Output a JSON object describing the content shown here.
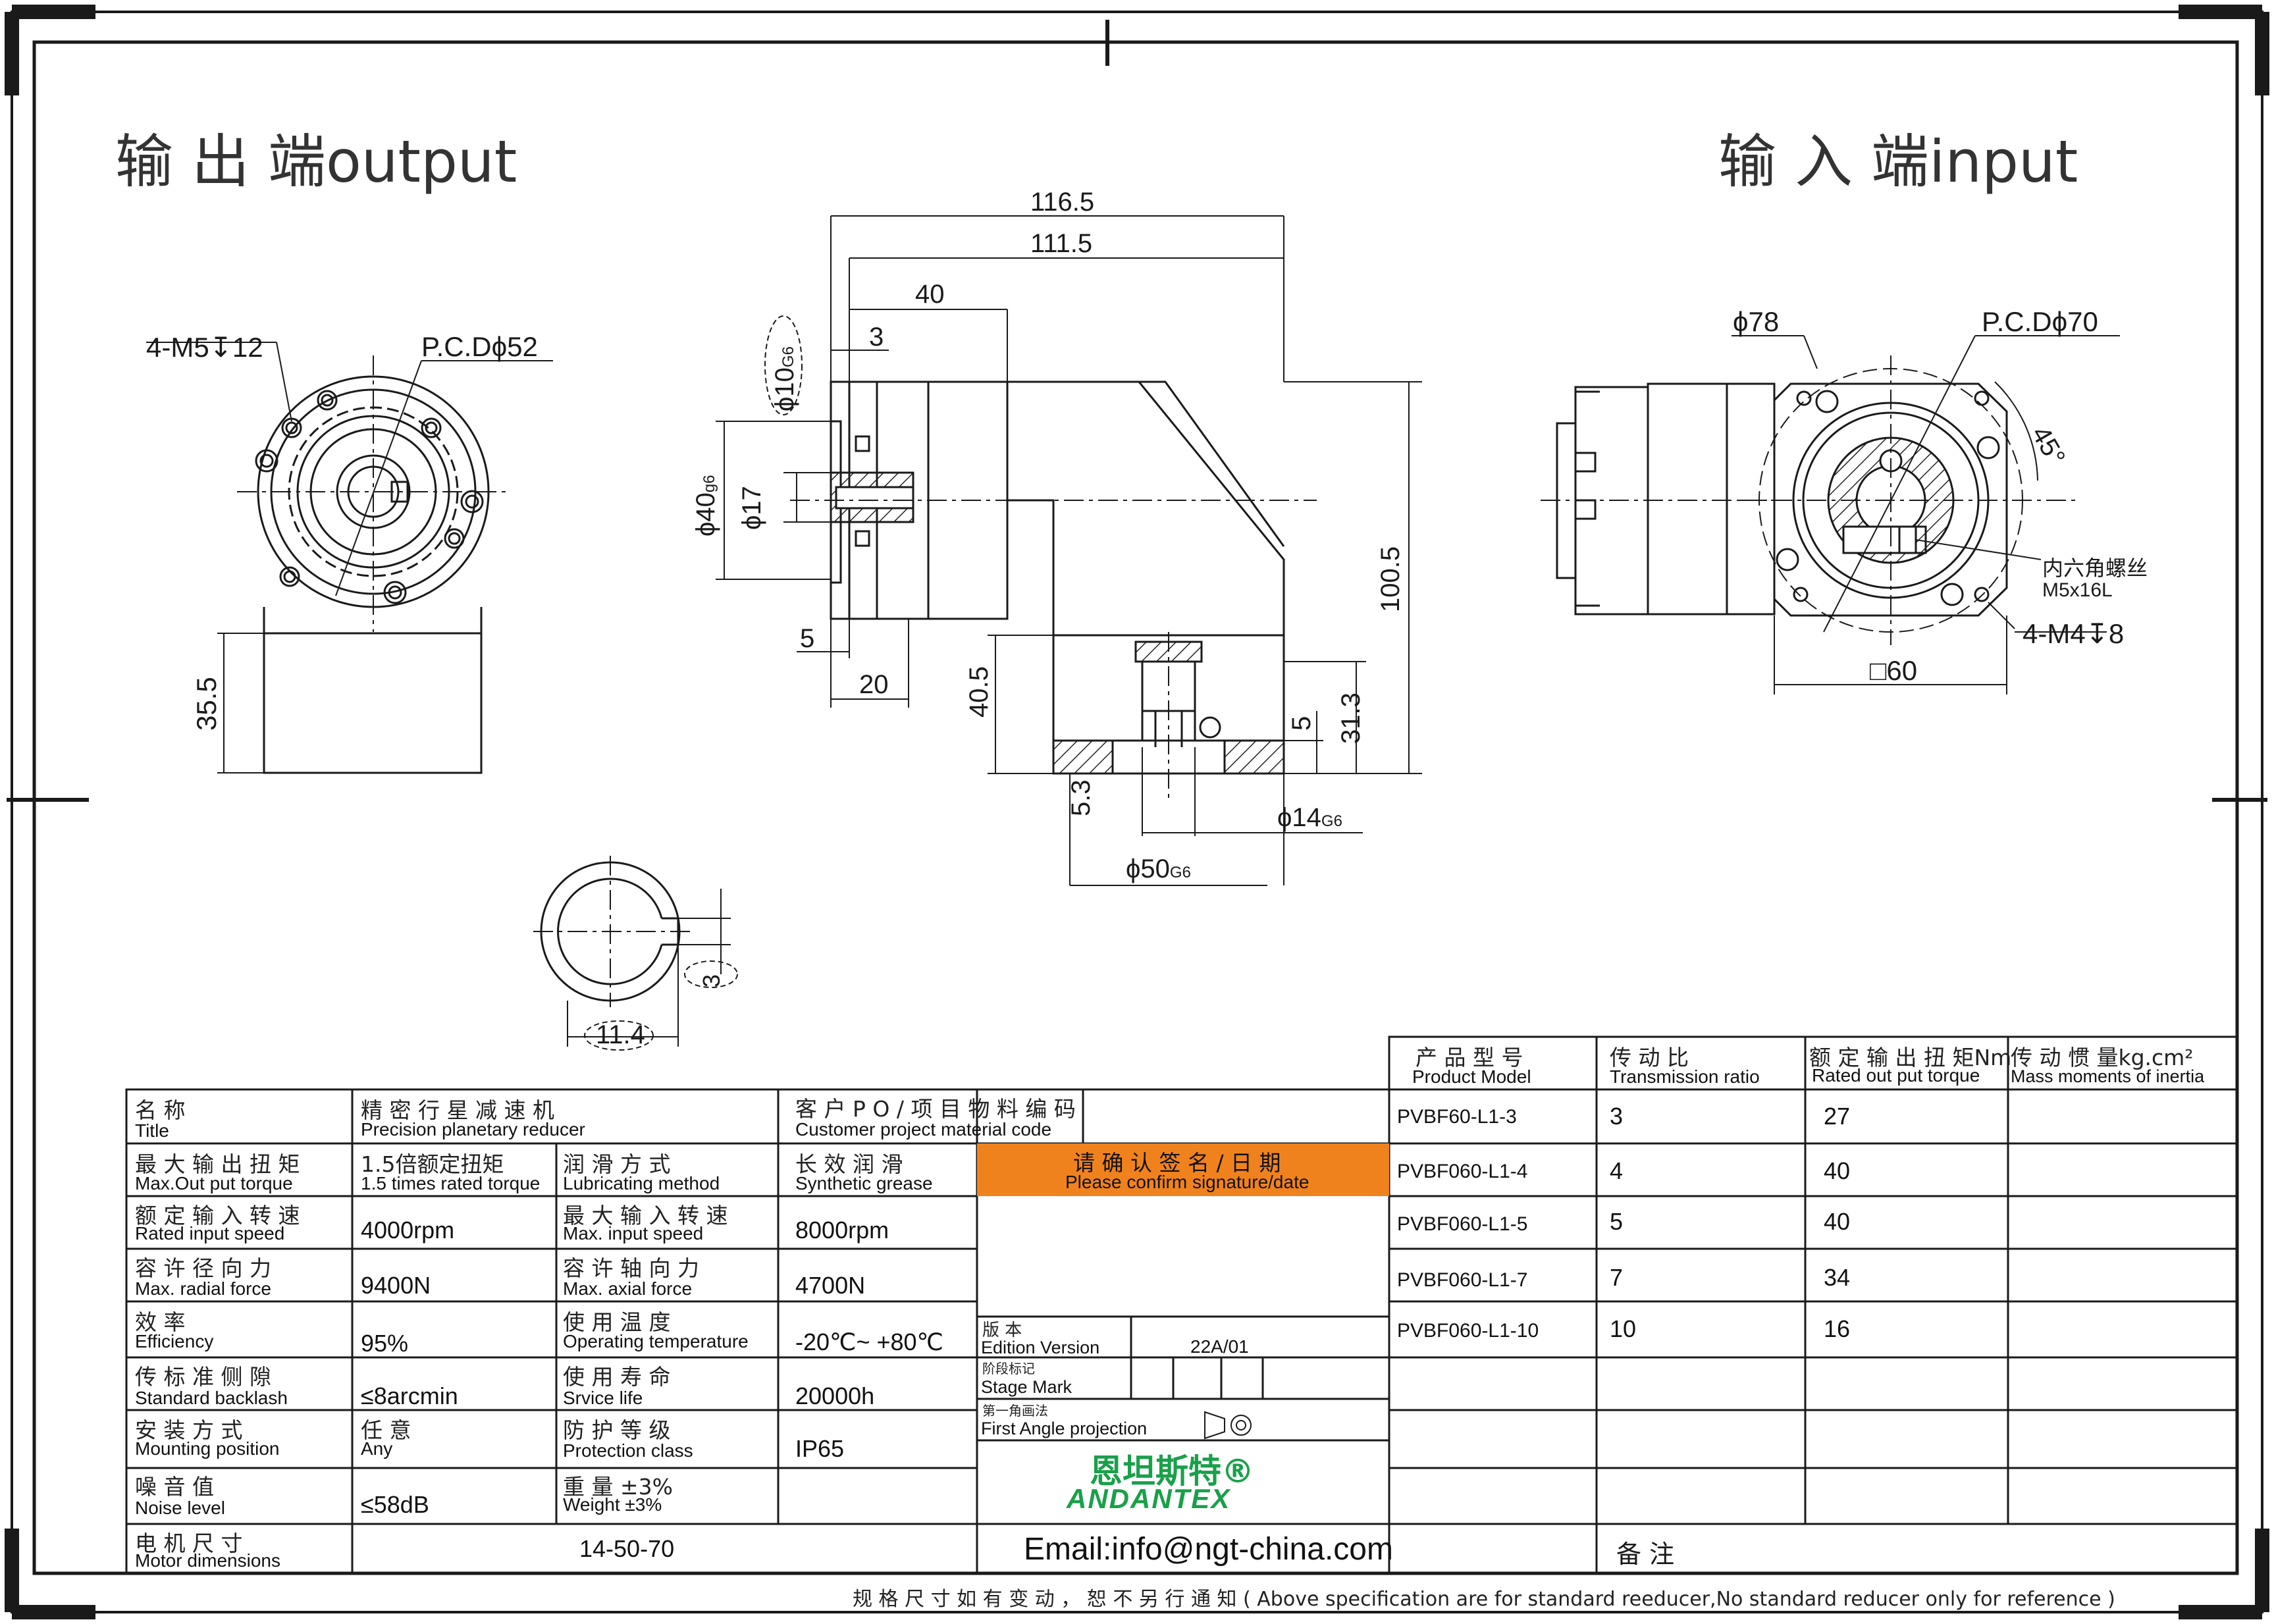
{
  "headers": {
    "output": "输 出 端output",
    "input": "输 入 端input"
  },
  "output_view": {
    "holes": "4-M5",
    "hole_depth": "12",
    "pcd": "P.C.D",
    "pcd_value": "52",
    "height": "35.5"
  },
  "side_view": {
    "len_total": "116.5",
    "len_body": "111.5",
    "len_40": "40",
    "len_3": "3",
    "dia_10": "10",
    "dia_10_tol": "G6",
    "dia_40": "40",
    "dia_40_tol": "g6",
    "dia_17": "17",
    "len_5": "5",
    "len_20": "20",
    "h_100_5": "100.5",
    "h_40_5": "40.5",
    "h_31_3": "31.3",
    "h_5": "5",
    "h_5_3": "5.3",
    "dia_14": "14",
    "dia_14_tol": "G6",
    "dia_50": "50",
    "dia_50_tol": "G6"
  },
  "shaft_view": {
    "key_width": "3",
    "key_depth": "11.4"
  },
  "input_view": {
    "dia_78": "78",
    "pcd": "P.C.D",
    "pcd_value": "70",
    "angle": "45°",
    "screw_cn": "内六角螺丝",
    "screw_spec": "M5x16L",
    "holes": "4-M4",
    "hole_depth": "8",
    "square": "□60"
  },
  "model_table": {
    "headers": [
      {
        "cn": "产 品 型 号",
        "en": "Product Model"
      },
      {
        "cn": "传 动 比",
        "en": "Transmission ratio"
      },
      {
        "cn": "额 定 输 出 扭 矩Nm",
        "en": "Rated out put torque"
      },
      {
        "cn": "传 动 惯 量kg.cm²",
        "en": "Mass moments of inertia"
      }
    ],
    "rows": [
      {
        "model": "PVBF60-L1-3",
        "ratio": "3",
        "torque": "27"
      },
      {
        "model": "PVBF060-L1-4",
        "ratio": "4",
        "torque": "40"
      },
      {
        "model": "PVBF060-L1-5",
        "ratio": "5",
        "torque": "40"
      },
      {
        "model": "PVBF060-L1-7",
        "ratio": "7",
        "torque": "34"
      },
      {
        "model": "PVBF060-L1-10",
        "ratio": "10",
        "torque": "16"
      }
    ]
  },
  "spec_table": {
    "title_cn": "名 称",
    "title_en": "Title",
    "title_val_cn": "精 密 行 星 减 速 机",
    "title_val_en": "Precision planetary reducer",
    "cust_cn": "客 户 P O / 项 目 物 料 编 码",
    "cust_en": "Customer project material code",
    "rows": [
      {
        "l_cn": "最 大 输 出 扭 矩",
        "l_en": "Max.Out put torque",
        "v1_cn": "1.5倍额定扭矩",
        "v1_en": "1.5 times rated torque",
        "r_cn": "润 滑 方 式",
        "r_en": "Lubricating method",
        "v2_cn": "长 效 润 滑",
        "v2_en": "Synthetic grease"
      },
      {
        "l_cn": "额 定 输 入 转 速",
        "l_en": "Rated input speed",
        "v1": "4000rpm",
        "r_cn": "最 大 输 入 转 速",
        "r_en": "Max. input speed",
        "v2": "8000rpm"
      },
      {
        "l_cn": "容 许 径 向 力",
        "l_en": "Max. radial force",
        "v1": "9400N",
        "r_cn": "容 许 轴 向 力",
        "r_en": "Max. axial force",
        "v2": "4700N"
      },
      {
        "l_cn": "效 率",
        "l_en": "Efficiency",
        "v1": "95%",
        "r_cn": "使 用 温 度",
        "r_en": "Operating temperature",
        "v2": "-20℃~ +80℃"
      },
      {
        "l_cn": "传 标 准 侧 隙",
        "l_en": "Standard backlash",
        "v1": "≤8arcmin",
        "r_cn": "使 用 寿 命",
        "r_en": "Srvice life",
        "v2": "20000h"
      },
      {
        "l_cn": "安 装 方 式",
        "l_en": "Mounting position",
        "v1_cn": "任 意",
        "v1_en": "Any",
        "r_cn": "防 护 等 级",
        "r_en": "Protection class",
        "v2": "IP65"
      },
      {
        "l_cn": "噪 音 值",
        "l_en": "Noise level",
        "v1": "≤58dB",
        "r_cn": "重 量 ±3%",
        "r_en": "Weight ±3%",
        "v2": ""
      }
    ],
    "motor_cn": "电 机 尺 寸",
    "motor_en": "Motor dimensions",
    "motor_val": "14-50-70"
  },
  "confirm": {
    "cn": "请 确 认 签 名 / 日 期",
    "en": "Please confirm signature/date"
  },
  "edition": {
    "cn": "版 本",
    "en": "Edition Version",
    "value": "22A/01"
  },
  "stage": {
    "cn": "阶段标记",
    "en": "Stage Mark"
  },
  "projection": {
    "cn": "第一角画法",
    "en": "First Angle projection"
  },
  "logo": {
    "cn": "恩坦斯特®",
    "en": "ANDANTEX",
    "color": "#1aa04a"
  },
  "email": "Email:info@ngt-china.com",
  "remark": "备 注",
  "footer": "规 格 尺 寸 如 有 变 动 ， 恕 不 另 行 通 知   ( Above specification are for standard reeducer,No standard reducer only for reference )",
  "colors": {
    "confirm": "#f0821e",
    "line": "#1a1a1a"
  }
}
